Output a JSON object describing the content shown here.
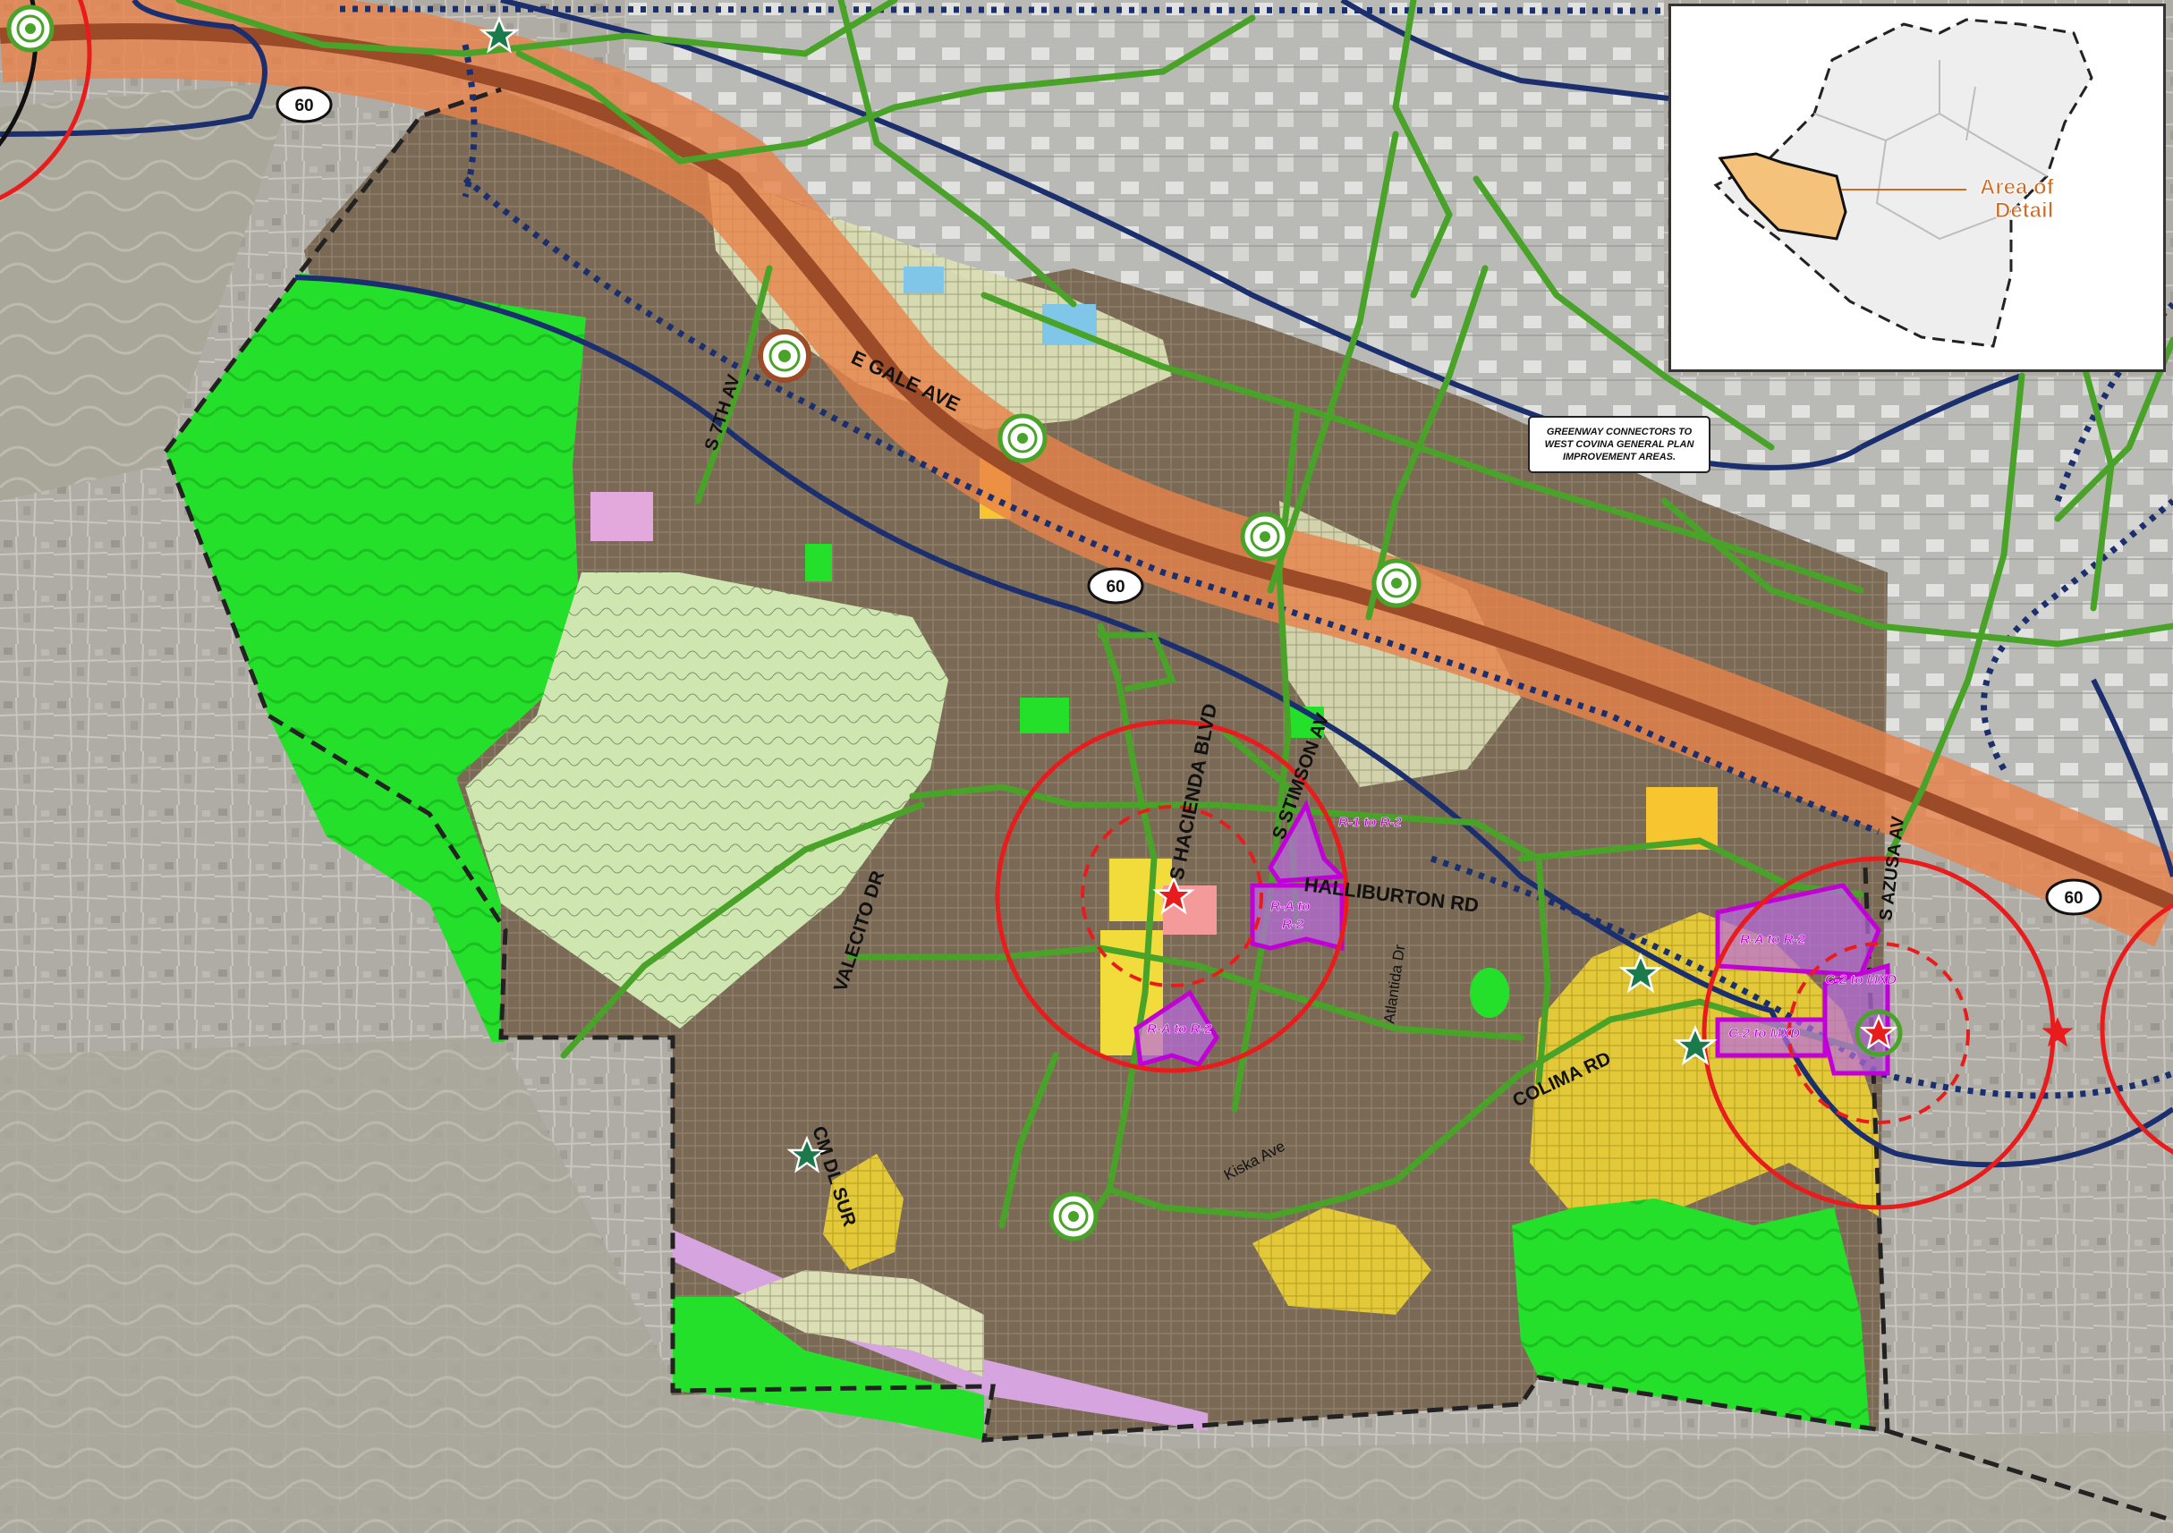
{
  "colors": {
    "background": "#b3b1a9",
    "greenway": "#4aa329",
    "transit_line": "#1b2f6e",
    "freeway_buffer": "#e8824a",
    "residential": "#7a6a55",
    "open_space": "#25e02a",
    "rezoning": "#c100d8",
    "station_ring": "#e81c1c",
    "station_star": "#e81c1c",
    "trail_star": "#1b7a4c",
    "boundary": "#222222"
  },
  "icons": {
    "station": "red-star-icon",
    "trailhead": "green-star-icon",
    "greenway_node": "green-ring-icon",
    "freeway_shield": "route-shield-icon"
  },
  "highway_shields": [
    {
      "id": "shield-1",
      "text": "60"
    },
    {
      "id": "shield-2",
      "text": "60"
    },
    {
      "id": "shield-3",
      "text": "60"
    }
  ],
  "streets": [
    {
      "id": "e-gale-ave",
      "text": "E GALE AVE"
    },
    {
      "id": "s-7th-av",
      "text": "S 7TH AV"
    },
    {
      "id": "s-hacienda-blvd",
      "text": "S HACIENDA BLVD"
    },
    {
      "id": "s-stimson-av",
      "text": "S STIMSON AV"
    },
    {
      "id": "halliburton-rd",
      "text": "HALLIBURTON RD"
    },
    {
      "id": "valecito-dr",
      "text": "VALECITO DR"
    },
    {
      "id": "atlantida-dr",
      "text": "Atlantida Dr"
    },
    {
      "id": "colima-rd",
      "text": "COLIMA RD"
    },
    {
      "id": "s-azusa-av",
      "text": "S AZUSA AV"
    },
    {
      "id": "cm-dl-sur",
      "text": "CM DL SUR"
    },
    {
      "id": "kiska-ave",
      "text": "Kiska Ave"
    }
  ],
  "rezoning_labels": [
    {
      "id": "r1-to-r2",
      "text": "R-1 to R-2"
    },
    {
      "id": "ra-to-r2-a-line1",
      "text": "R-A to"
    },
    {
      "id": "ra-to-r2-a-line2",
      "text": "R-2"
    },
    {
      "id": "ra-to-r2-b",
      "text": "R-A to R-2"
    },
    {
      "id": "ra-to-r2-c",
      "text": "R-A to R-2"
    },
    {
      "id": "c2-to-mxd-a",
      "text": "C-2 to MXD"
    },
    {
      "id": "c2-to-mxd-b",
      "text": "C-2 to MXD"
    }
  ],
  "note": {
    "text": "GREENWAY CONNECTORS TO WEST COVINA GENERAL PLAN IMPROVEMENT AREAS."
  },
  "inset": {
    "area_label_line1": "Area of",
    "area_label_line2": "Detail",
    "area_fill": "#f4c27a",
    "area_label_color": "#d2691e"
  }
}
